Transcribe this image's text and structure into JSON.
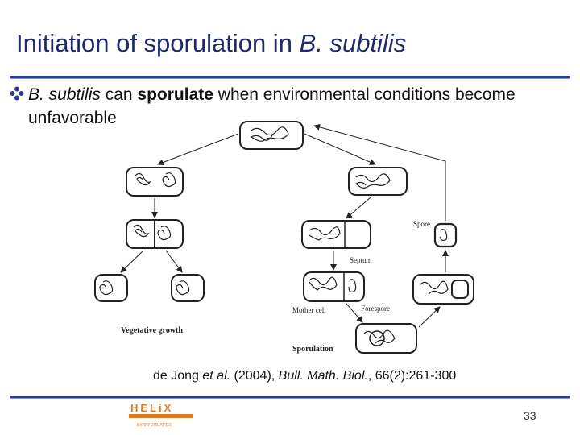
{
  "title": {
    "prefix": "Initiation of sporulation in ",
    "italic": "B. subtilis"
  },
  "bullet": {
    "italic_start": "B. subtilis",
    "text_mid": " can ",
    "bold": "sporulate",
    "text_end": " when environmental conditions become unfavorable"
  },
  "diagram": {
    "labels": {
      "spore": "Spore",
      "septum": "Septum",
      "mother_cell": "Mother cell",
      "forespore": "Forespore",
      "vegetative_growth": "Vegetative growth",
      "sporulation": "Sporulation"
    }
  },
  "caption": {
    "authors": "de Jong ",
    "etal": "et al.",
    "year": " (2004), ",
    "journal": "Bull. Math. Biol.",
    "volume": ", 66(2):261-300"
  },
  "footer": {
    "logo_word": "HELiX",
    "logo_sub": "BIOINFORMATICS",
    "page_number": "33"
  },
  "colors": {
    "title": "#1f2a6b",
    "rule": "#283b8c",
    "logo_orange": "#e07b22"
  }
}
